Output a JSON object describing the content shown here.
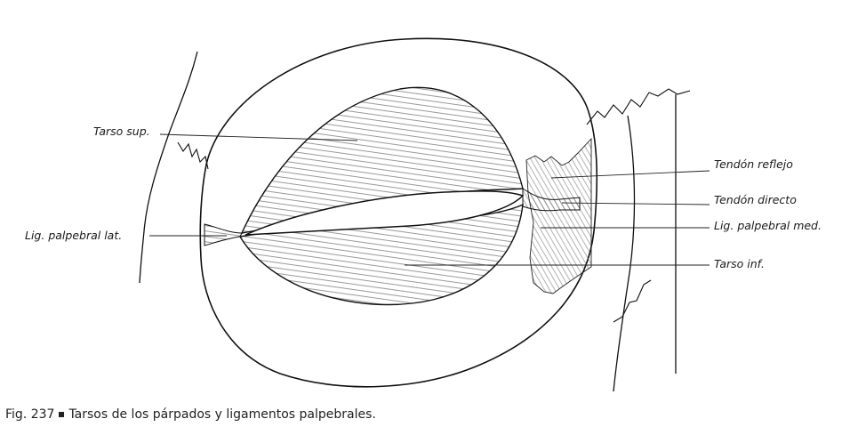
{
  "labels": {
    "tarso_sup": "Tarso sup.",
    "lig_lat": "Lig. palpebral lat.",
    "tendon_reflejo": "Tendón reflejo",
    "tendon_directo": "Tendón directo",
    "lig_med": "Lig. palpebral med.",
    "tarso_inf": "Tarso inf."
  },
  "caption": {
    "figure_number": "Fig. 237",
    "text": "Tarsos de los párpados y ligamentos palpebrales."
  }
}
